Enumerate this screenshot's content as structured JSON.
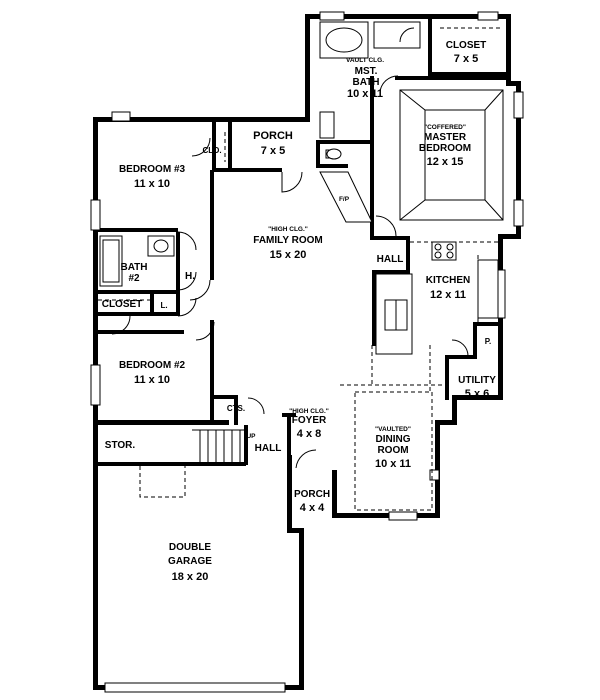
{
  "rooms": {
    "porch_top": {
      "name": "PORCH",
      "size": "7 x 5"
    },
    "closet_master": {
      "name": "CLOSET",
      "size": "7 x 5"
    },
    "master_bath": {
      "note": "VAULT CLG.",
      "name1": "MST.",
      "name2": "BATH",
      "size": "10 x 11"
    },
    "master_bedroom": {
      "note": "\"COFFERED\"",
      "name1": "MASTER",
      "name2": "BEDROOM",
      "size": "12 x 15"
    },
    "bedroom3": {
      "name": "BEDROOM #3",
      "size": "11 x 10"
    },
    "clo": {
      "name": "CLO."
    },
    "fp": {
      "name": "F/P"
    },
    "family_room": {
      "note": "\"HIGH CLG.\"",
      "name": "FAMILY ROOM",
      "size": "15 x 20"
    },
    "hall_top": {
      "name": "HALL"
    },
    "bath2": {
      "name1": "BATH",
      "name2": "#2"
    },
    "h": {
      "name": "H."
    },
    "closet_left": {
      "name": "CLOSET"
    },
    "l": {
      "name": "L."
    },
    "kitchen": {
      "name": "KITCHEN",
      "size": "12 x 11"
    },
    "pantry": {
      "name": "P."
    },
    "bedroom2": {
      "name": "BEDROOM #2",
      "size": "11 x 10"
    },
    "cts": {
      "name": "CTS."
    },
    "utility": {
      "name": "UTILITY",
      "size": "5 x 6"
    },
    "foyer": {
      "note": "\"HIGH CLG.\"",
      "name": "FOYER",
      "size": "4 x 8"
    },
    "dining": {
      "note": "\"VAULTED\"",
      "name1": "DINING",
      "name2": "ROOM",
      "size": "10 x 11"
    },
    "stor": {
      "name": "STOR."
    },
    "up": {
      "name": "UP"
    },
    "hall_bottom": {
      "name": "HALL"
    },
    "porch_bottom": {
      "name": "PORCH",
      "size": "4 x 4"
    },
    "garage": {
      "name1": "DOUBLE",
      "name2": "GARAGE",
      "size": "18 x 20"
    }
  }
}
